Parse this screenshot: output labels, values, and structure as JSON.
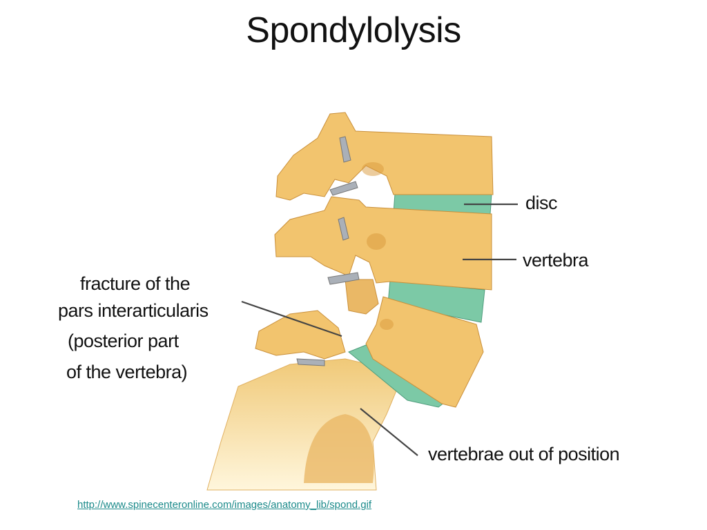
{
  "slide": {
    "title": "Spondylolysis",
    "labels": {
      "disc": "disc",
      "vertebra": "vertebra",
      "fracture_line1": "fracture of the",
      "fracture_line2": "pars interarticularis",
      "fracture_line3": "(posterior part",
      "fracture_line4": "of the vertebra)",
      "out_of_position": "vertebrae out of position"
    },
    "source_link": "http://www.spinecenteronline.com/images/anatomy_lib/spond.gif"
  },
  "colors": {
    "bone": "#f2c46e",
    "bone_shadow": "#d99a3c",
    "disc": "#7cc9a6",
    "link": "#1b8a8a"
  }
}
